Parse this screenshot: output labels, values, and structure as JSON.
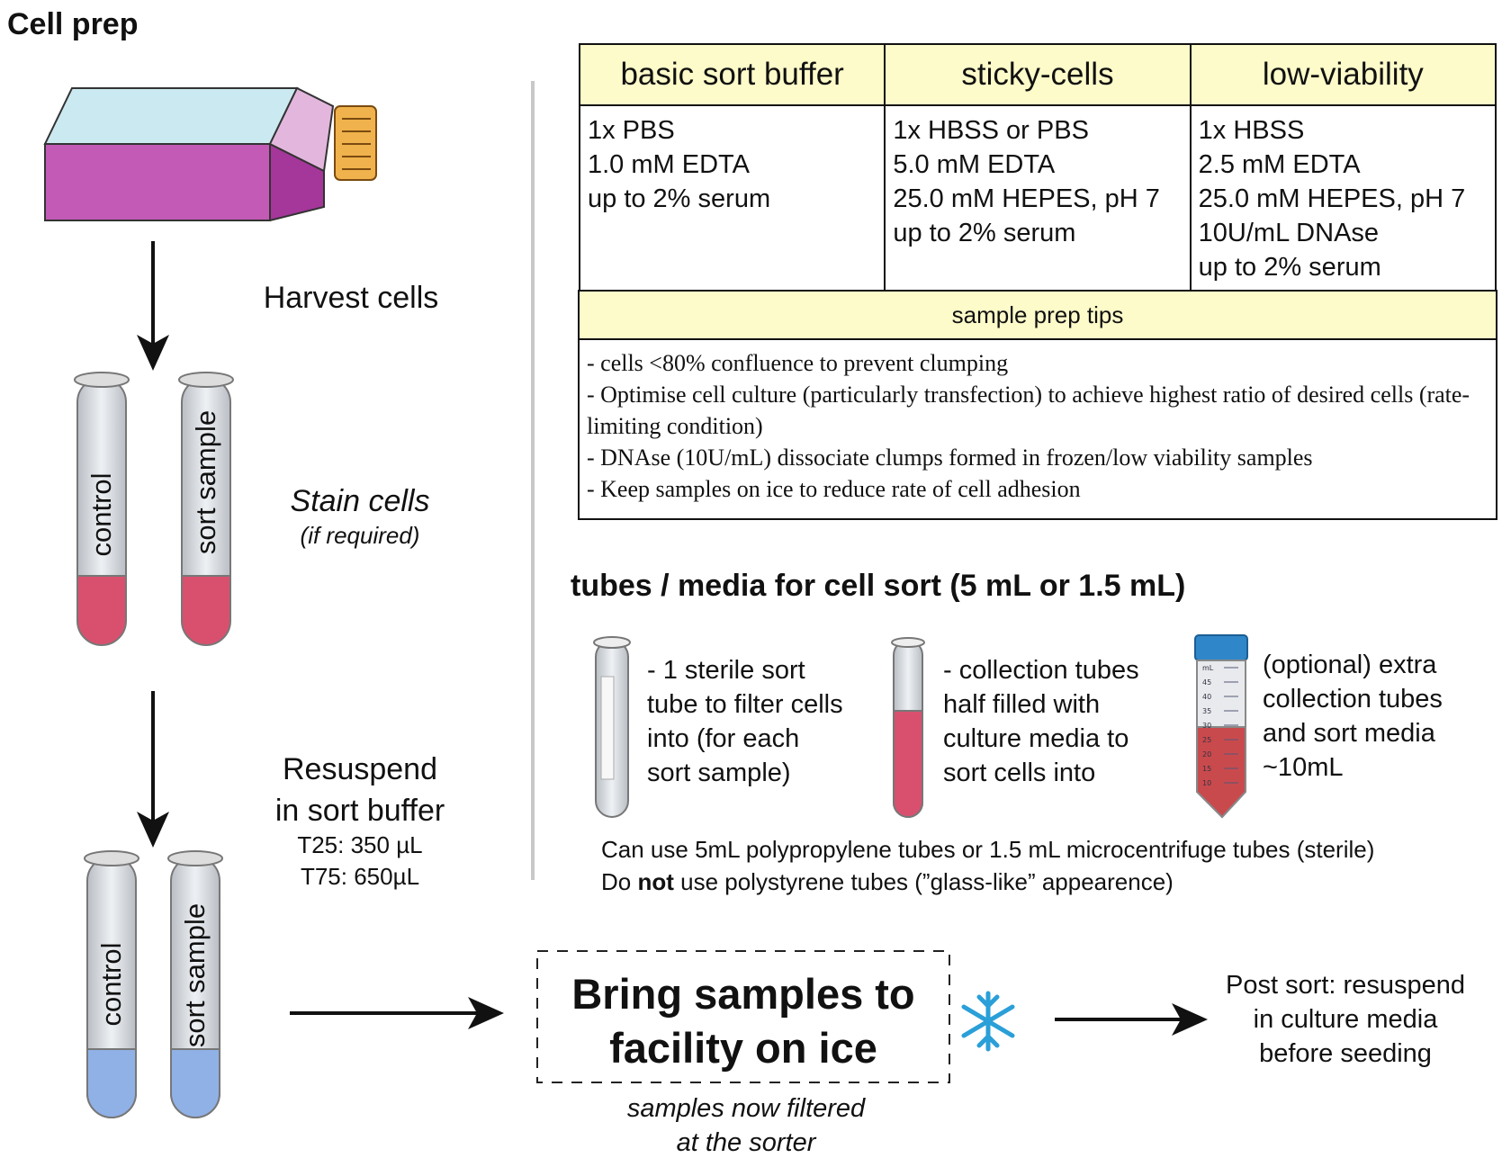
{
  "title": "Cell prep",
  "steps": {
    "harvest": "Harvest cells",
    "stain": "Stain cells",
    "stain_note": "(if required)",
    "resuspend_line1": "Resuspend",
    "resuspend_line2": "in sort buffer",
    "t25": "T25: 350 µL",
    "t75": "T75: 650µL"
  },
  "tube_labels": {
    "control": "control",
    "sort_sample": "sort sample"
  },
  "buffers": {
    "headers": [
      "basic sort buffer",
      "sticky-cells",
      "low-viability"
    ],
    "columns": [
      [
        "1x PBS",
        "1.0 mM EDTA",
        "up to 2% serum"
      ],
      [
        "1x HBSS or PBS",
        "5.0 mM EDTA",
        "25.0 mM HEPES, pH 7",
        "up to 2% serum"
      ],
      [
        "1x HBSS",
        "2.5 mM EDTA",
        "25.0 mM HEPES, pH 7",
        "10U/mL DNAse",
        "up to 2% serum"
      ]
    ]
  },
  "tips": {
    "header": "sample prep tips",
    "items": [
      "- cells <80% confluence to prevent clumping",
      "- Optimise cell culture (particularly transfection) to achieve highest ratio of desired cells (rate-limiting condition)",
      "- DNAse (10U/mL) dissociate clumps formed in frozen/low viability samples",
      "- Keep samples on ice to reduce rate of cell adhesion"
    ]
  },
  "tubes": {
    "header": "tubes / media for cell sort (5 mL or 1.5 mL)",
    "sort_tube": [
      "-  1 sterile sort",
      "tube to filter cells",
      "into (for each",
      "sort sample)"
    ],
    "collection": [
      "-  collection tubes",
      "half filled with",
      "culture media to",
      "sort cells into"
    ],
    "optional": [
      "(optional) extra",
      "collection tubes",
      "and sort media",
      "~10mL"
    ],
    "note1": "Can use 5mL polypropylene tubes or 1.5 mL microcentrifuge tubes (sterile)",
    "note2_pre": "Do ",
    "note2_bold": "not",
    "note2_post": " use polystyrene tubes (”glass-like” appearence)"
  },
  "falcon_scale": [
    "mL",
    "45",
    "40",
    "35",
    "30",
    "25",
    "20",
    "15",
    "10"
  ],
  "final": {
    "ice_line1": "Bring samples to",
    "ice_line2": "facility on ice",
    "ice_sub1": "samples now filtered",
    "ice_sub2": "at the sorter",
    "post1": "Post sort: resuspend",
    "post2": "in culture media",
    "post3": "before seeding"
  },
  "colors": {
    "highlight": "#fdfbc9",
    "stain_liquid": "#d9506e",
    "buffer_liquid": "#90b1e6",
    "flask_purple": "#a5369a",
    "snowflake": "#2a9fd8"
  },
  "icons": [
    "culture-flask-icon",
    "snowflake-icon",
    "falcon-tube-icon"
  ]
}
